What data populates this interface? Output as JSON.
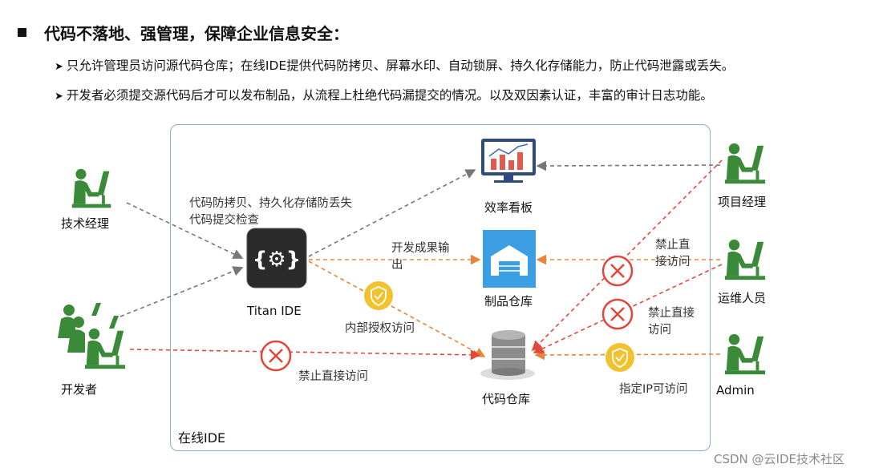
{
  "header": {
    "title": "代码不落地、强管理，保障企业信息安全：",
    "bullet_marker": "➤",
    "bullets": [
      "只允许管理员访问源代码仓库；在线IDE提供代码防拷贝、屏幕水印、自动锁屏、持久化存储能力，防止代码泄露或丢失。",
      "开发者必须提交源代码后才可以发布制品，从流程上杜绝代码漏提交的情况。以及双因素认证，丰富的审计日志功能。"
    ]
  },
  "diagram": {
    "frame_label": "在线IDE",
    "ide_note_line1": "代码防拷贝、持久化存储防丢失",
    "ide_note_line2": "代码提交检查",
    "ide_icon_glyph": "{⚙}",
    "ide_label": "Titan IDE",
    "dashboard_label": "效率看板",
    "artifact_repo_label": "制品仓库",
    "code_repo_label": "代码仓库",
    "output_label_line1": "开发成果输",
    "output_label_line2": "出",
    "internal_auth_label": "内部授权访问",
    "dev_forbid_label": "禁止直接访问",
    "pm_forbid_line1": "禁止直",
    "pm_forbid_line2": "接访问",
    "ops_forbid_line1": "禁止直接",
    "ops_forbid_line2": "访问",
    "admin_allow_label": "指定IP可访问",
    "actors": {
      "tech_manager": "技术经理",
      "developer": "开发者",
      "project_manager": "项目经理",
      "ops": "运维人员",
      "admin": "Admin"
    },
    "icons": [
      "person-at-desk-icon",
      "gear-code-icon",
      "bar-chart-monitor-icon",
      "warehouse-icon",
      "database-icon",
      "shield-check-icon",
      "forbidden-x-icon"
    ],
    "colors": {
      "frame_border": "#8aaed6",
      "person_green": "#3a8a3a",
      "forbid_red": "#e0463b",
      "allow_yellow": "#f2c12e",
      "gray_arrow": "#777777",
      "orange_arrow": "#e8853a",
      "red_arrow": "#e04a3a",
      "repo_blue": "#3d9fe3"
    }
  },
  "footer": {
    "watermark": "CSDN @云IDE技术社区"
  }
}
